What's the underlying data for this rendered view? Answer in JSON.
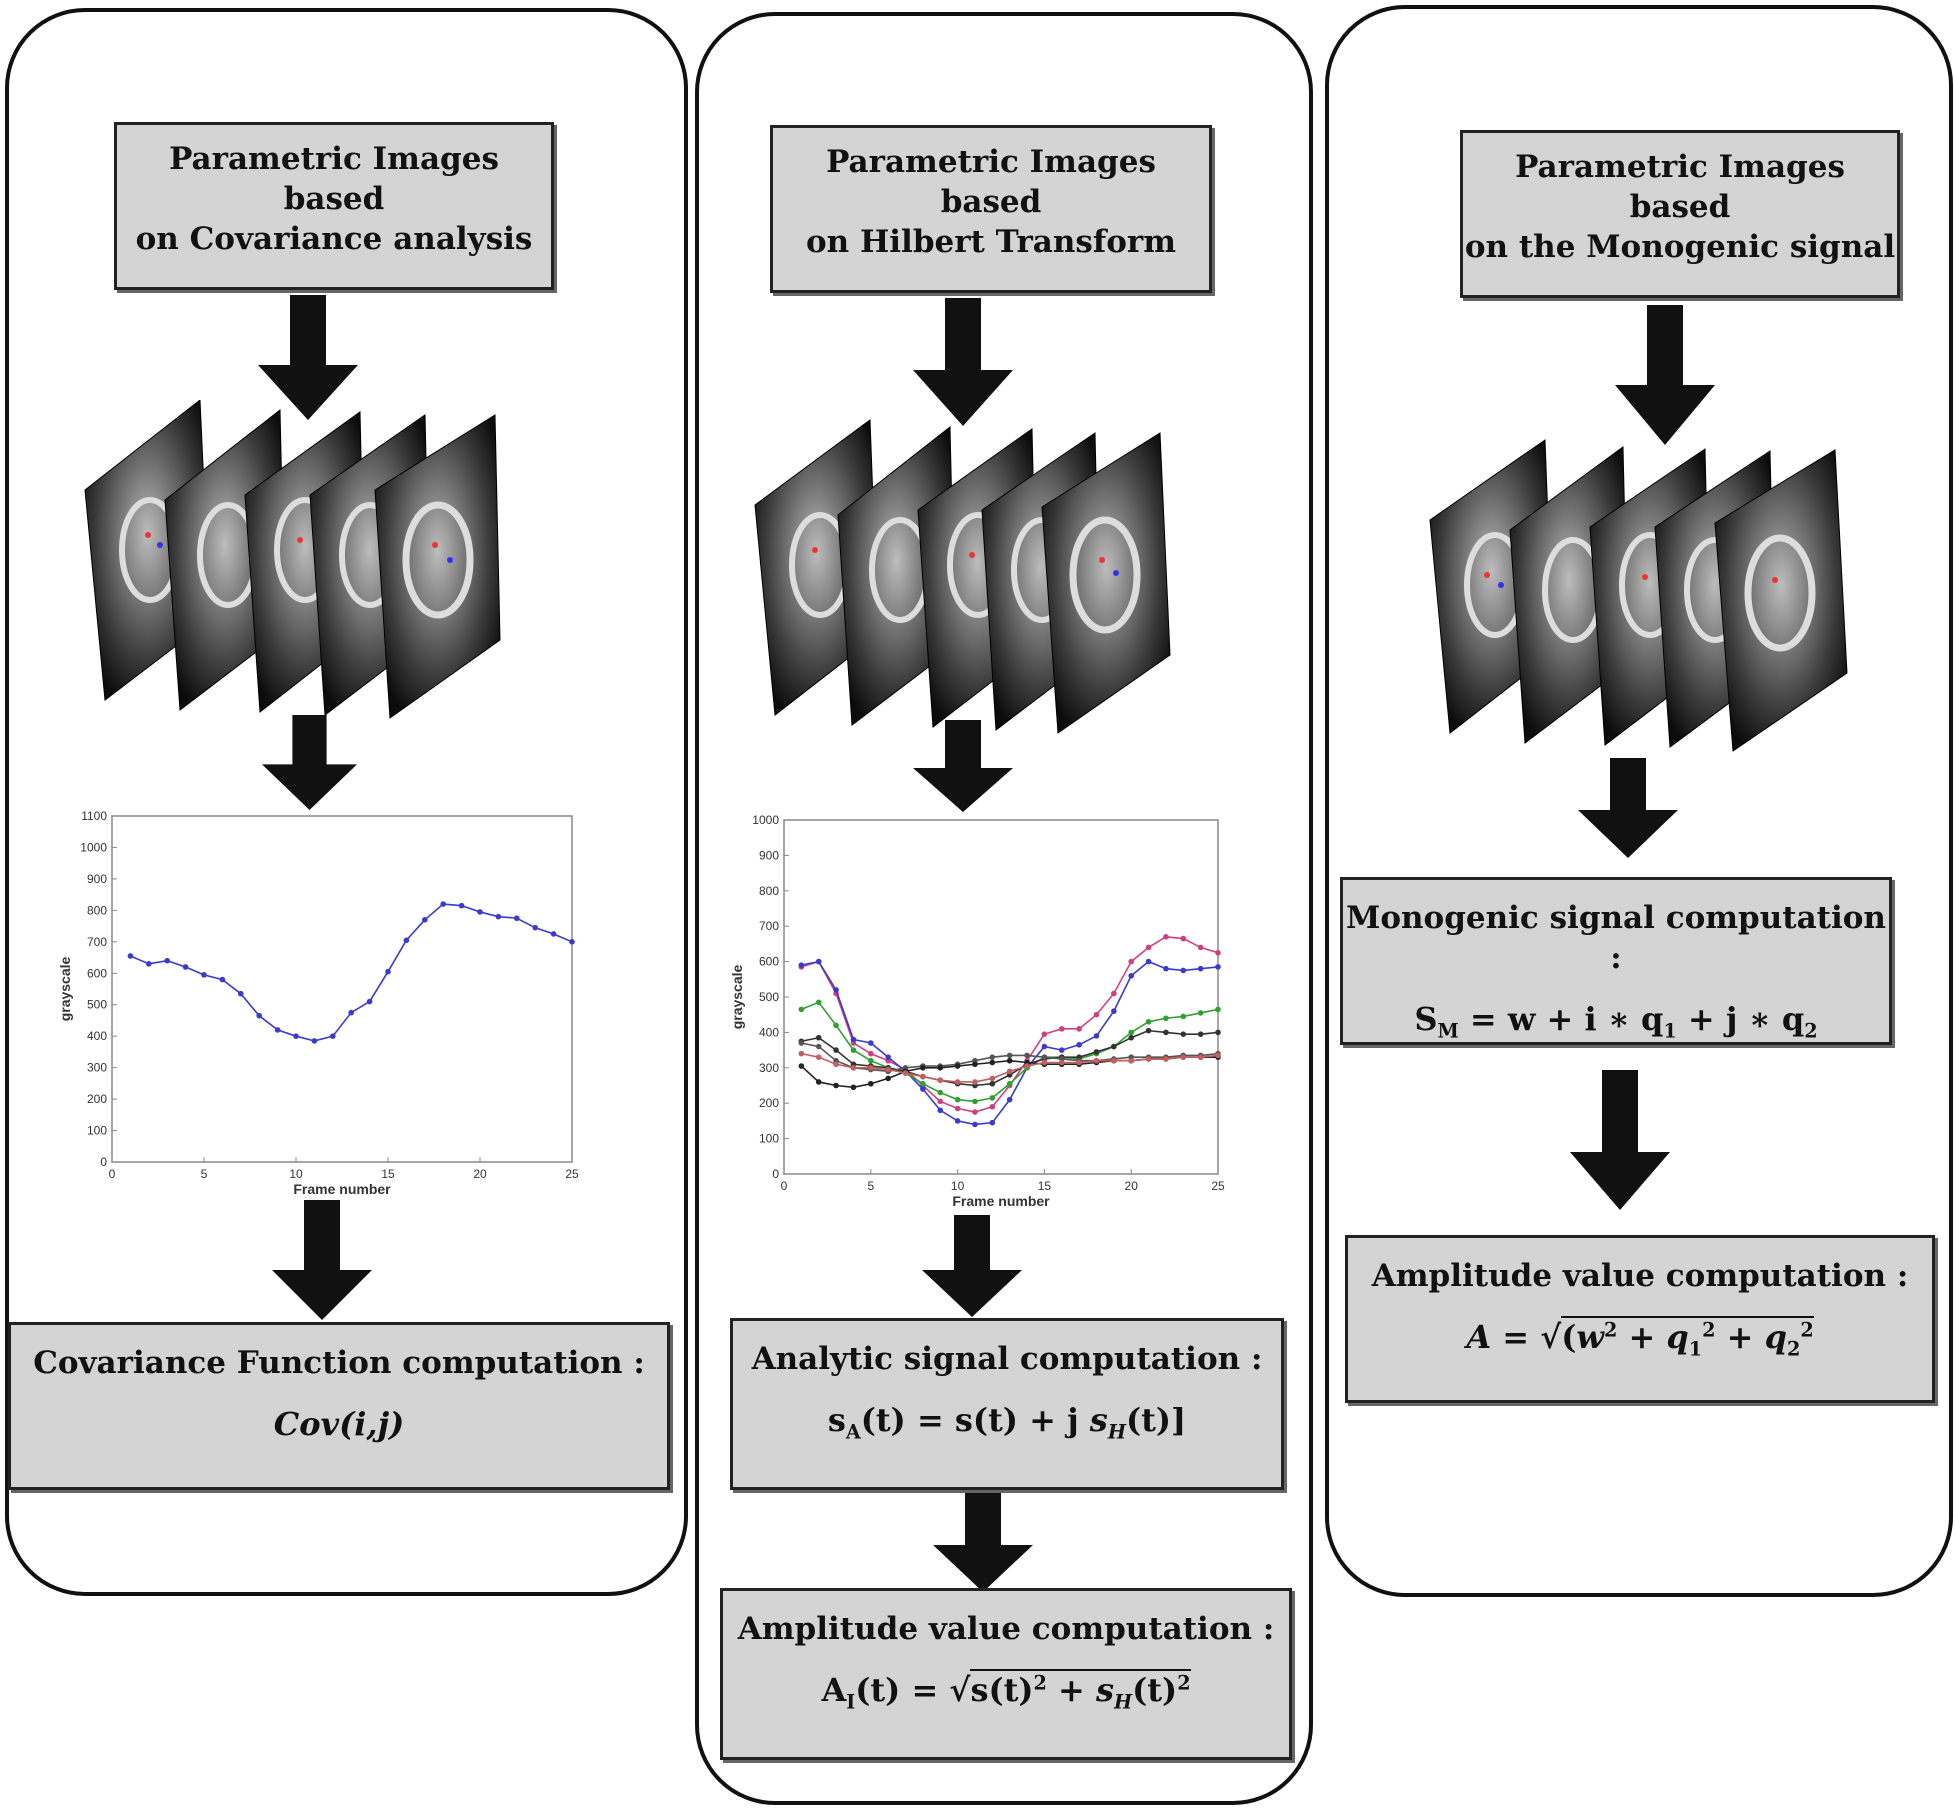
{
  "panels": {
    "covariance": {
      "title_line1": "Parametric Images based",
      "title_line2": "on Covariance analysis",
      "computation_label": "Covariance Function computation :",
      "formula": "Cov(i,j)"
    },
    "hilbert": {
      "title_line1": "Parametric Images based",
      "title_line2": "on Hilbert Transform",
      "analytic_label": "Analytic signal computation :",
      "amplitude_label": "Amplitude value computation :"
    },
    "monogenic": {
      "title_line1": "Parametric Images based",
      "title_line2": "on the Monogenic signal",
      "monogenic_label": "Monogenic signal computation :",
      "amplitude_label": "Amplitude value computation :"
    }
  },
  "chart_data": [
    {
      "type": "line",
      "xlabel": "Frame number",
      "ylabel": "grayscale",
      "xlim": [
        0,
        25
      ],
      "ylim": [
        0,
        1100
      ],
      "xticks": [
        0,
        5,
        10,
        15,
        20,
        25
      ],
      "yticks": [
        0,
        100,
        200,
        300,
        400,
        500,
        600,
        700,
        800,
        900,
        1000,
        1100
      ],
      "series": [
        {
          "color": "#3a3acd",
          "x": [
            1,
            2,
            3,
            4,
            5,
            6,
            7,
            8,
            9,
            10,
            11,
            12,
            13,
            14,
            15,
            16,
            17,
            18,
            19,
            20,
            21,
            22,
            23,
            24,
            25
          ],
          "y": [
            655,
            630,
            640,
            620,
            595,
            580,
            535,
            465,
            420,
            400,
            385,
            400,
            475,
            510,
            605,
            705,
            770,
            820,
            815,
            795,
            780,
            775,
            745,
            725,
            700
          ]
        }
      ]
    },
    {
      "type": "line",
      "xlabel": "Frame number",
      "ylabel": "grayscale",
      "xlim": [
        0,
        25
      ],
      "ylim": [
        0,
        1000
      ],
      "xticks": [
        0,
        5,
        10,
        15,
        20,
        25
      ],
      "yticks": [
        0,
        100,
        200,
        300,
        400,
        500,
        600,
        700,
        800,
        900,
        1000
      ],
      "series": [
        {
          "color": "#d04080",
          "x": [
            1,
            2,
            3,
            4,
            5,
            6,
            7,
            8,
            9,
            10,
            11,
            12,
            13,
            14,
            15,
            16,
            17,
            18,
            19,
            20,
            21,
            22,
            23,
            24,
            25
          ],
          "y": [
            585,
            600,
            510,
            370,
            340,
            320,
            295,
            250,
            205,
            185,
            175,
            190,
            250,
            320,
            395,
            410,
            410,
            450,
            510,
            600,
            640,
            670,
            665,
            640,
            625
          ]
        },
        {
          "color": "#3a3acd",
          "x": [
            1,
            2,
            3,
            4,
            5,
            6,
            7,
            8,
            9,
            10,
            11,
            12,
            13,
            14,
            15,
            16,
            17,
            18,
            19,
            20,
            21,
            22,
            23,
            24,
            25
          ],
          "y": [
            590,
            600,
            520,
            380,
            370,
            330,
            290,
            240,
            180,
            150,
            140,
            145,
            210,
            300,
            360,
            350,
            365,
            390,
            460,
            560,
            600,
            580,
            575,
            580,
            585
          ]
        },
        {
          "color": "#30a030",
          "x": [
            1,
            2,
            3,
            4,
            5,
            6,
            7,
            8,
            9,
            10,
            11,
            12,
            13,
            14,
            15,
            16,
            17,
            18,
            19,
            20,
            21,
            22,
            23,
            24,
            25
          ],
          "y": [
            465,
            485,
            420,
            350,
            320,
            300,
            285,
            255,
            230,
            210,
            205,
            215,
            255,
            300,
            330,
            330,
            325,
            340,
            360,
            400,
            430,
            440,
            445,
            455,
            465
          ]
        },
        {
          "color": "#333333",
          "x": [
            1,
            2,
            3,
            4,
            5,
            6,
            7,
            8,
            9,
            10,
            11,
            12,
            13,
            14,
            15,
            16,
            17,
            18,
            19,
            20,
            21,
            22,
            23,
            24,
            25
          ],
          "y": [
            375,
            385,
            350,
            310,
            305,
            300,
            290,
            275,
            265,
            255,
            250,
            255,
            280,
            310,
            325,
            330,
            330,
            345,
            360,
            385,
            405,
            400,
            395,
            395,
            400
          ]
        },
        {
          "color": "#555555",
          "x": [
            1,
            2,
            3,
            4,
            5,
            6,
            7,
            8,
            9,
            10,
            11,
            12,
            13,
            14,
            15,
            16,
            17,
            18,
            19,
            20,
            21,
            22,
            23,
            24,
            25
          ],
          "y": [
            370,
            360,
            320,
            300,
            295,
            290,
            300,
            305,
            305,
            310,
            320,
            330,
            335,
            335,
            330,
            325,
            320,
            320,
            325,
            330,
            330,
            330,
            335,
            335,
            340
          ]
        },
        {
          "color": "#222222",
          "x": [
            1,
            2,
            3,
            4,
            5,
            6,
            7,
            8,
            9,
            10,
            11,
            12,
            13,
            14,
            15,
            16,
            17,
            18,
            19,
            20,
            21,
            22,
            23,
            24,
            25
          ],
          "y": [
            305,
            260,
            250,
            245,
            255,
            270,
            290,
            300,
            300,
            305,
            310,
            315,
            320,
            315,
            310,
            310,
            310,
            315,
            320,
            320,
            325,
            325,
            330,
            330,
            330
          ]
        },
        {
          "color": "#c06060",
          "x": [
            1,
            2,
            3,
            4,
            5,
            6,
            7,
            8,
            9,
            10,
            11,
            12,
            13,
            14,
            15,
            16,
            17,
            18,
            19,
            20,
            21,
            22,
            23,
            24,
            25
          ],
          "y": [
            340,
            330,
            310,
            300,
            300,
            295,
            285,
            275,
            265,
            260,
            260,
            270,
            290,
            305,
            315,
            315,
            315,
            320,
            320,
            320,
            325,
            325,
            330,
            330,
            335
          ]
        }
      ]
    }
  ]
}
